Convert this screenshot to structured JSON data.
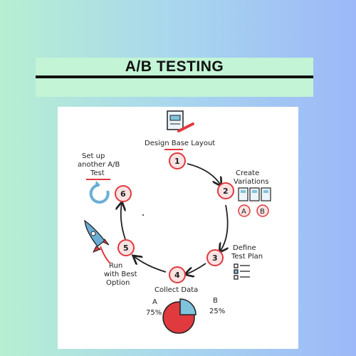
{
  "title": "A/B TESTING",
  "steps": [
    {
      "number": "1",
      "label_lines": [
        "Design Base Layout"
      ]
    },
    {
      "number": "2",
      "label_lines": [
        "Create",
        "Variations"
      ]
    },
    {
      "number": "3",
      "label_lines": [
        "Define",
        "Test Plan"
      ]
    },
    {
      "number": "4",
      "label_lines": [
        "Collect Data"
      ]
    },
    {
      "number": "5",
      "label_lines": [
        "Run",
        "with Best",
        "Option"
      ]
    },
    {
      "number": "6",
      "label_lines": [
        "Set up",
        "another A/B",
        "Test"
      ]
    }
  ],
  "variants": {
    "a": "A",
    "b": "B"
  },
  "pie": {
    "a_label": "A",
    "a_pct": "75%",
    "b_label": "B",
    "b_pct": "25%",
    "a_share": 0.75,
    "b_share": 0.25
  },
  "colors": {
    "accent_red": "#e0393e",
    "pie_red": "#e0393e",
    "pie_blue": "#7fc4dc",
    "ink": "#222222",
    "rocket_blue": "#6aaed6"
  },
  "icons": [
    "layout-sketch-icon",
    "variations-icon",
    "checklist-icon",
    "rocket-icon",
    "refresh-arrow-icon",
    "pie-chart-icon"
  ]
}
